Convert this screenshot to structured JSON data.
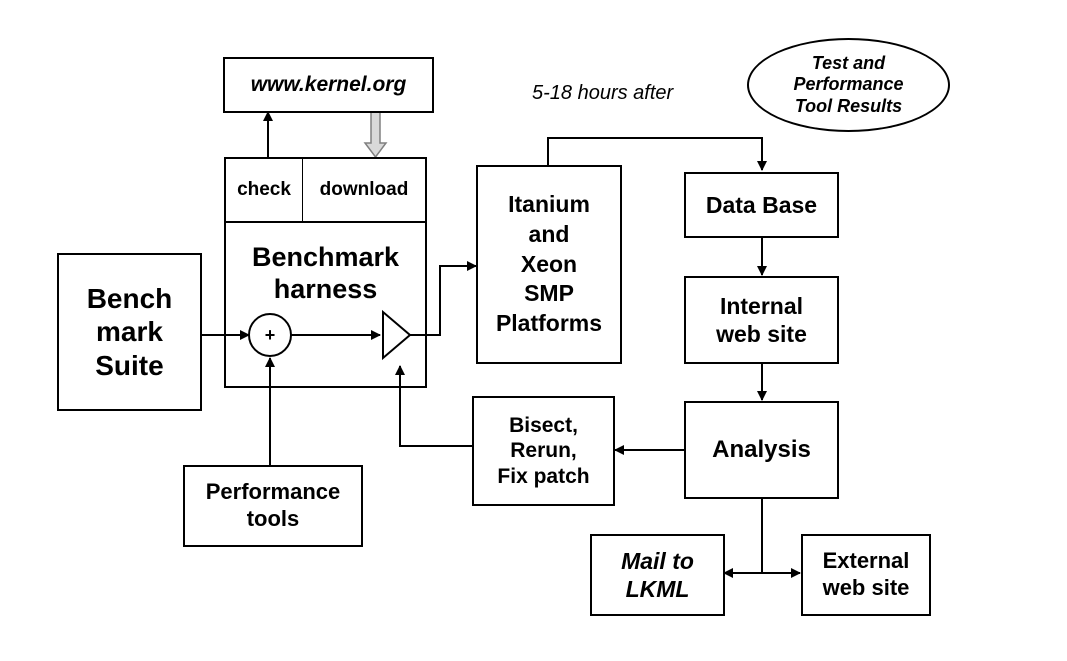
{
  "nodes": {
    "kernel_org": "www.kernel.org",
    "check": "check",
    "download": "download",
    "harness_title": "Benchmark\nharness",
    "benchmark_suite": "Bench\nmark\nSuite",
    "adder_symbol": "+",
    "platforms": "Itanium\nand\nXeon\nSMP\nPlatforms",
    "database": "Data Base",
    "internal_site": "Internal\nweb site",
    "analysis": "Analysis",
    "bisect": "Bisect,\nRerun,\nFix patch",
    "perf_tools": "Performance\ntools",
    "mail_lkml": "Mail to\nLKML",
    "external_site": "External\nweb site"
  },
  "annotations": {
    "timing_note": "5-18 hours after",
    "legend_ellipse": "Test and\nPerformance\nTool  Results"
  },
  "colors": {
    "line": "#000000",
    "download_arrow_fill": "#d9d9d9",
    "download_arrow_stroke": "#808080"
  }
}
